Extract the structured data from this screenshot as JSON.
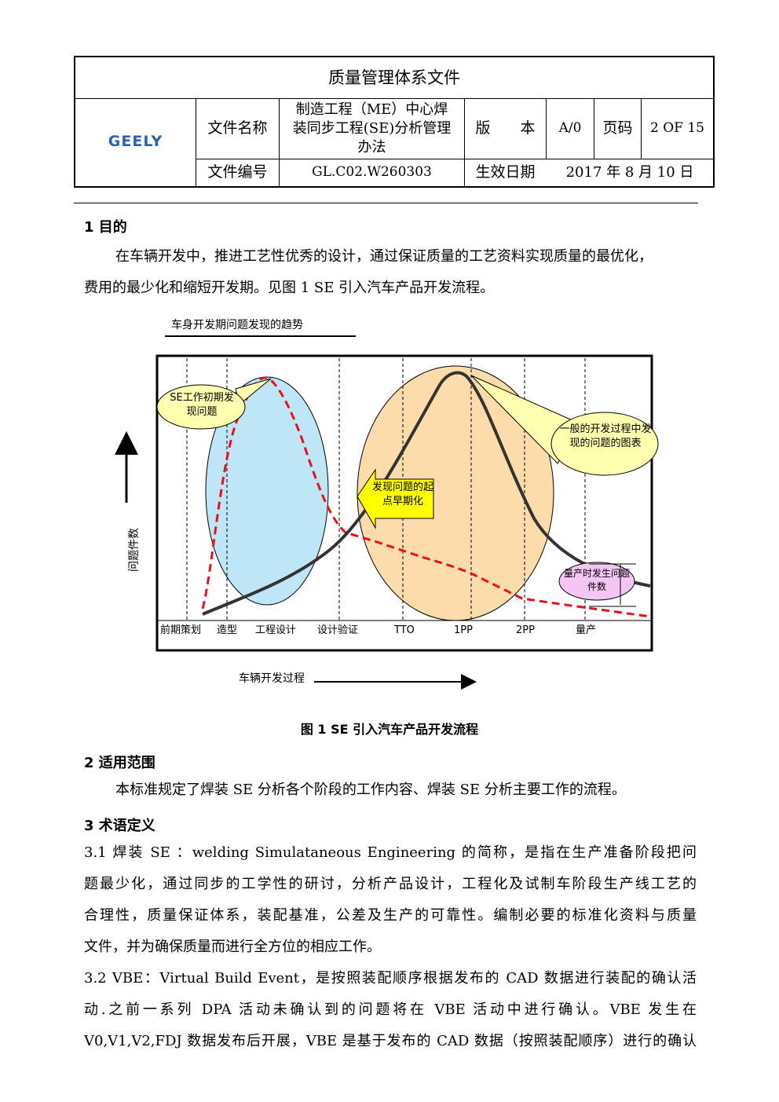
{
  "header": {
    "title": "质量管理体系文件",
    "logo_text": "GEELY",
    "file_name_label": "文件名称",
    "file_name_lines": [
      "制造工程（ME）中心焊",
      "装同步工程(SE)分析管理",
      "办法"
    ],
    "version_label": "版　　本",
    "version_value": "A/0",
    "page_label": "页码",
    "page_value": "2 OF 15",
    "file_no_label": "文件编号",
    "file_no_value": "GL.C02.W260303",
    "effective_label": "生效日期",
    "effective_value": "2017 年 8 月 10 日"
  },
  "section1": {
    "heading": "1  目的",
    "lines": [
      "在车辆开发中，推进工艺性优秀的设计，通过保证质量的工艺资料实现质量的最优化，",
      "费用的最少化和缩短开发期。见图 1 SE 引入汽车产品开发流程。"
    ]
  },
  "figure": {
    "top_label": "车身开发期问题发现的趋势",
    "y_axis_label": "问题件数",
    "x_axis_label": "车辆开发过程",
    "callout_se": "SE工作初期发现问题",
    "callout_general": "一般的开发过程中发现的问题的图表",
    "arrow_text": "发现问题的起点早期化",
    "callout_mass": "量产时发生问题件数",
    "chart_data": {
      "type": "line",
      "categories": [
        "前期策划",
        "造型",
        "工程设计",
        "设计验证",
        "TTO",
        "1PP",
        "2PP",
        "量产"
      ],
      "series": [
        {
          "name": "",
          "style": "solid",
          "color": "#333333"
        },
        {
          "name": "",
          "style": "dashed",
          "color": "#e8101a"
        }
      ],
      "colors": {
        "early_ellipse": "#bfe6f7",
        "general_ellipse": "#fcdcaa",
        "callout": "#ffffb0",
        "arrow": "#ffff00",
        "mass_callout": "#f3c6f3"
      }
    }
  },
  "caption": "图 1    SE 引入汽车产品开发流程",
  "section2": {
    "heading": "2  适用范围",
    "lines": [
      "本标准规定了焊装 SE 分析各个阶段的工作内容、焊装 SE 分析主要工作的流程。"
    ]
  },
  "section3": {
    "heading": "3  术语定义",
    "p31": [
      "3.1 焊装 SE ：welding Simulataneous Engineering 的简称，是指在生产准备阶段把问",
      "题最少化，通过同步的工学性的研讨，分析产品设计，工程化及试制车阶段生产线工艺的",
      "合理性，质量保证体系，装配基准，公差及生产的可靠性。编制必要的标准化资料与质量",
      "文件，并为确保质量而进行全方位的相应工作。"
    ],
    "p32": [
      "3.2 VBE：Virtual Build Event，是按照装配顺序根据发布的 CAD 数据进行装配的确认活",
      "动.之前一系列 DPA 活动未确认到的问题将在 VBE 活动中进行确认。VBE 发生在",
      "V0,V1,V2,FDJ 数据发布后开展，VBE 是基于发布的 CAD 数据（按照装配顺序）进行的确认"
    ]
  }
}
